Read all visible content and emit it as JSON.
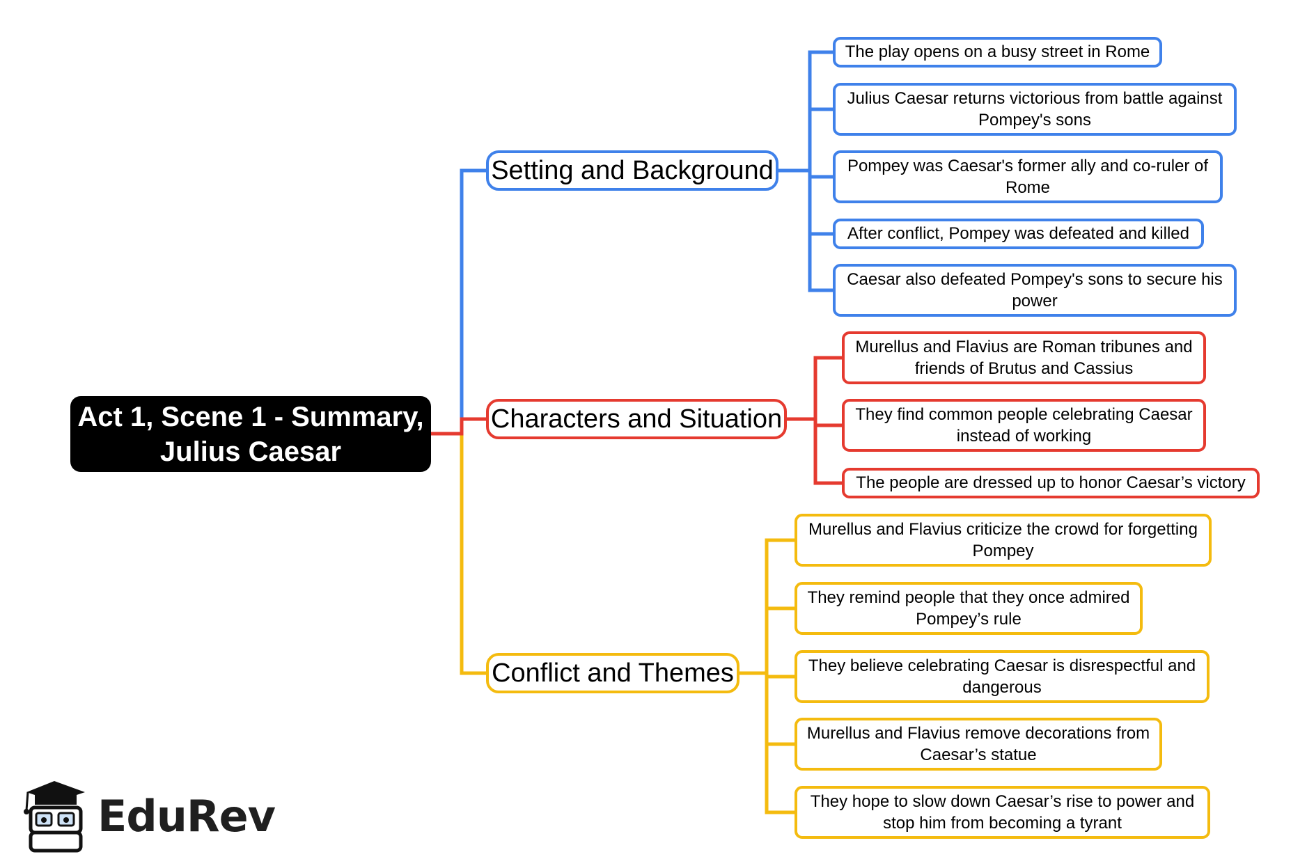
{
  "root": {
    "line1": "Act 1, Scene 1 - Summary,",
    "line2": "Julius Caesar"
  },
  "branches": [
    {
      "label": "Setting and Background",
      "color": "#3f81ea",
      "items": [
        "The play opens on a busy street in Rome",
        "Julius Caesar returns victorious from battle against Pompey's sons",
        "Pompey was Caesar's former ally and co-ruler of Rome",
        "After conflict, Pompey was defeated and killed",
        "Caesar also defeated Pompey's sons to secure his power"
      ]
    },
    {
      "label": "Characters and Situation",
      "color": "#e53a2f",
      "items": [
        "Murellus and Flavius are Roman tribunes and friends of Brutus and Cassius",
        "They find common people celebrating Caesar instead of working",
        "The people are dressed up to honor Caesar’s victory"
      ]
    },
    {
      "label": "Conflict and Themes",
      "color": "#f4bb0f",
      "items": [
        "Murellus and Flavius criticize the crowd for forgetting Pompey",
        "They remind people that they once admired Pompey’s rule",
        "They believe celebrating Caesar is disrespectful and dangerous",
        "Murellus and Flavius remove decorations from Caesar’s statue",
        "They hope to slow down Caesar’s rise to power and stop him from becoming a tyrant"
      ]
    }
  ],
  "logo": {
    "text": "EduRev",
    "icon": "graduation-cap-mascot-icon"
  }
}
